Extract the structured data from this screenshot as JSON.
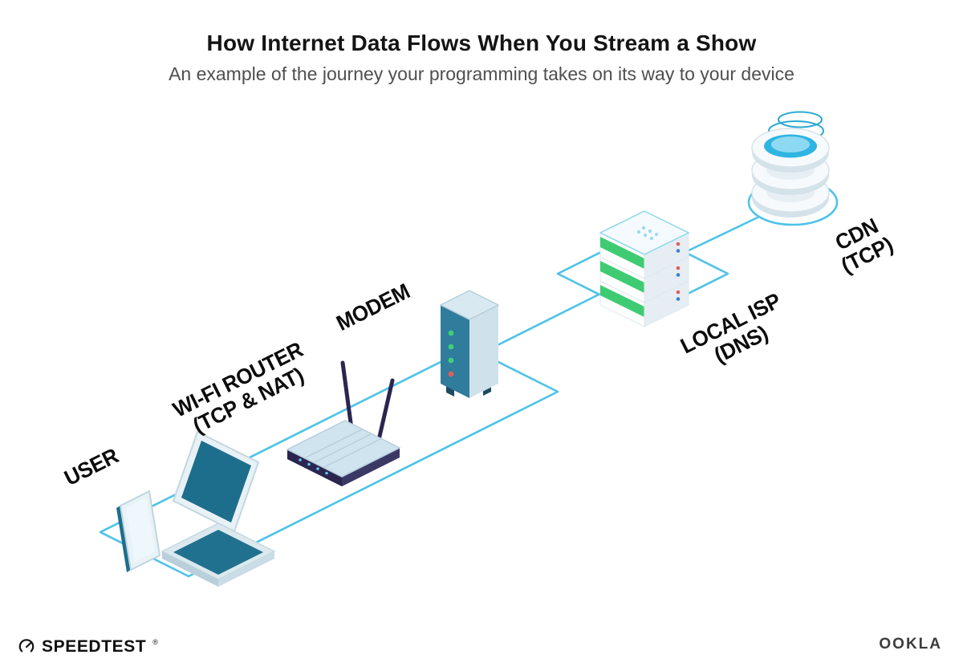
{
  "header": {
    "title": "How Internet Data Flows When You Stream a Show",
    "subtitle": "An example of the journey your programming takes on its way to your device"
  },
  "diagram": {
    "accent_color": "#4FC3E8",
    "label_color": "#0C0C0C",
    "nodes": [
      {
        "id": "user",
        "label": "USER",
        "sub": ""
      },
      {
        "id": "wifi-router",
        "label": "WI-FI ROUTER",
        "sub": "(TCP & NAT)"
      },
      {
        "id": "modem",
        "label": "MODEM",
        "sub": ""
      },
      {
        "id": "local-isp",
        "label": "LOCAL ISP",
        "sub": "(DNS)"
      },
      {
        "id": "cdn",
        "label": "CDN",
        "sub": "(TCP)"
      }
    ],
    "icons": {
      "user": [
        "smartphone",
        "laptop"
      ],
      "wifi-router": "wifi-router",
      "modem": "modem",
      "local-isp": "server-rack",
      "cdn": "database-stack"
    }
  },
  "footer": {
    "speedtest_label": "SPEEDTEST",
    "speedtest_trademark": "®",
    "ookla_label": "OOKLA"
  }
}
